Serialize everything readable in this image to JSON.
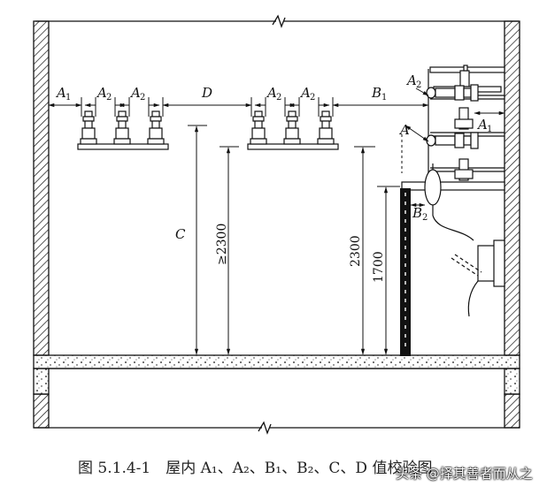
{
  "caption": "图 5.1.4-1　屋内 A₁、A₂、B₁、B₂、C、D 值校验图",
  "watermark": "头条 @择其善者而从之",
  "labels": {
    "a1": "A",
    "a2": "A",
    "d": "D",
    "b1": "B",
    "b2": "B",
    "c": "C",
    "sub1": "1",
    "sub2": "2",
    "dim_ge2300": "≥2300",
    "dim_2300": "2300",
    "dim_1700": "1700"
  }
}
